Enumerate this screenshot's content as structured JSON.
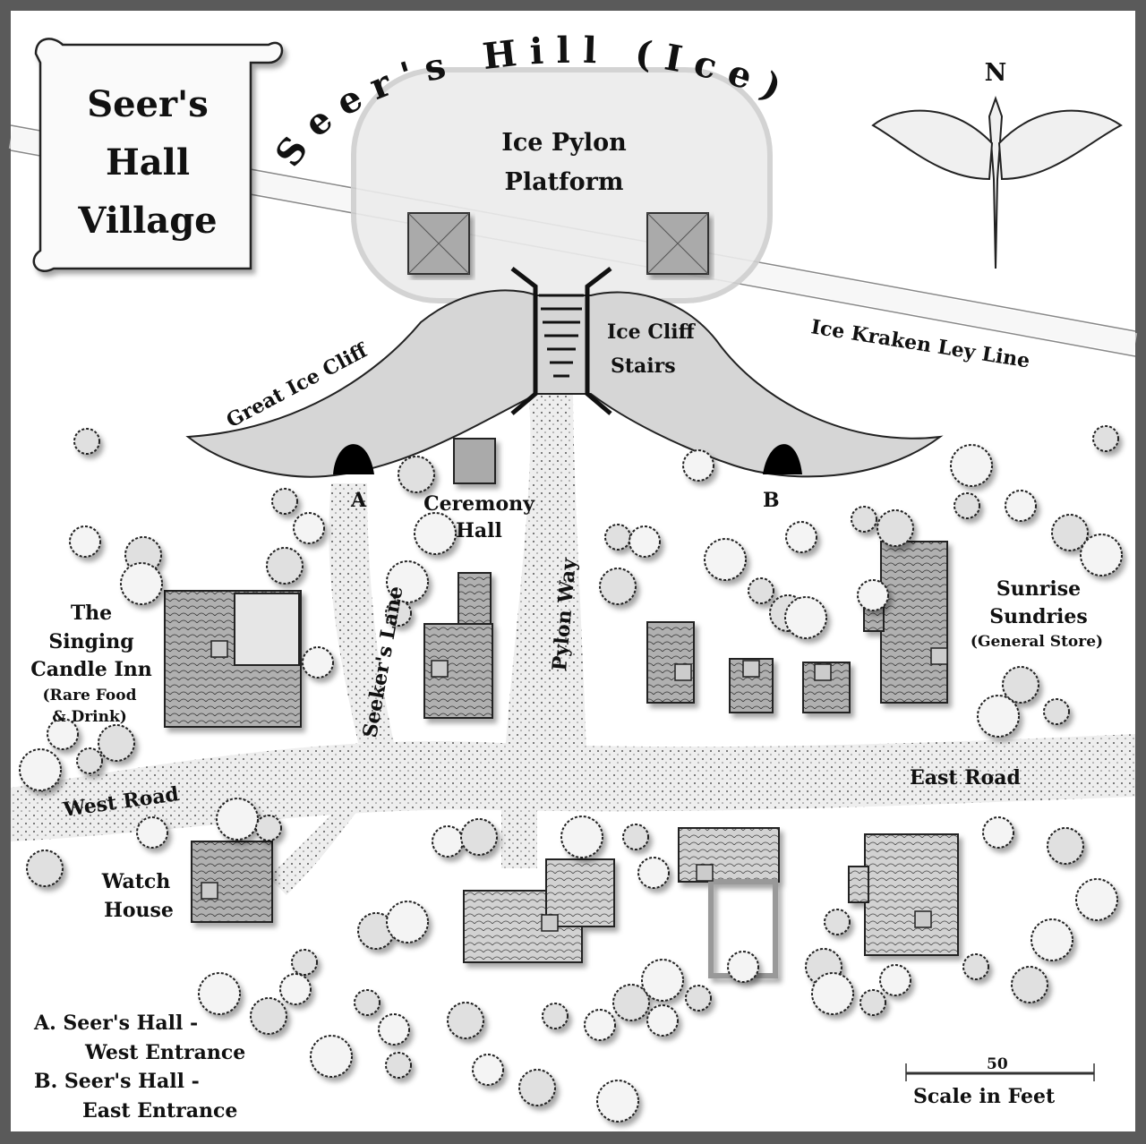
{
  "title": {
    "lines": [
      "Seer's",
      "Hall",
      "Village"
    ]
  },
  "compass": {
    "label": "N",
    "icon": "dragon-compass-icon"
  },
  "hill_label": "Seer's Hill (Ice)",
  "platform": {
    "lines": [
      "Ice Pylon",
      "Platform"
    ]
  },
  "stairs": {
    "lines": [
      "Ice Cliff",
      "Stairs"
    ]
  },
  "ley_line": "Ice Kraken Ley Line",
  "cliff": "Great Ice Cliff",
  "entrances": {
    "a": "A",
    "b": "B"
  },
  "ceremony_hall": {
    "lines": [
      "Ceremony",
      "Hall"
    ]
  },
  "seekers_lane": "Seeker's Lane",
  "pylon_way": "Pylon Way",
  "inn": {
    "lines": [
      "The",
      "Singing",
      "Candle Inn",
      "(Rare Food",
      "& Drink)"
    ]
  },
  "store": {
    "lines": [
      "Sunrise",
      "Sundries",
      "(General Store)"
    ]
  },
  "west_road": "West Road",
  "east_road": "East Road",
  "watch_house": {
    "lines": [
      "Watch",
      "House"
    ]
  },
  "legend": {
    "lines": [
      "A. Seer's Hall -",
      "West Entrance",
      "B. Seer's Hall -",
      "East Entrance"
    ]
  },
  "scale": {
    "value": "50",
    "label": "Scale in Feet"
  },
  "colors": {
    "paper": "#ffffff",
    "frame": "#5a5a5a",
    "ice": "#d4d4d4",
    "roof": "#a8a8a8",
    "road": "#ececec"
  }
}
